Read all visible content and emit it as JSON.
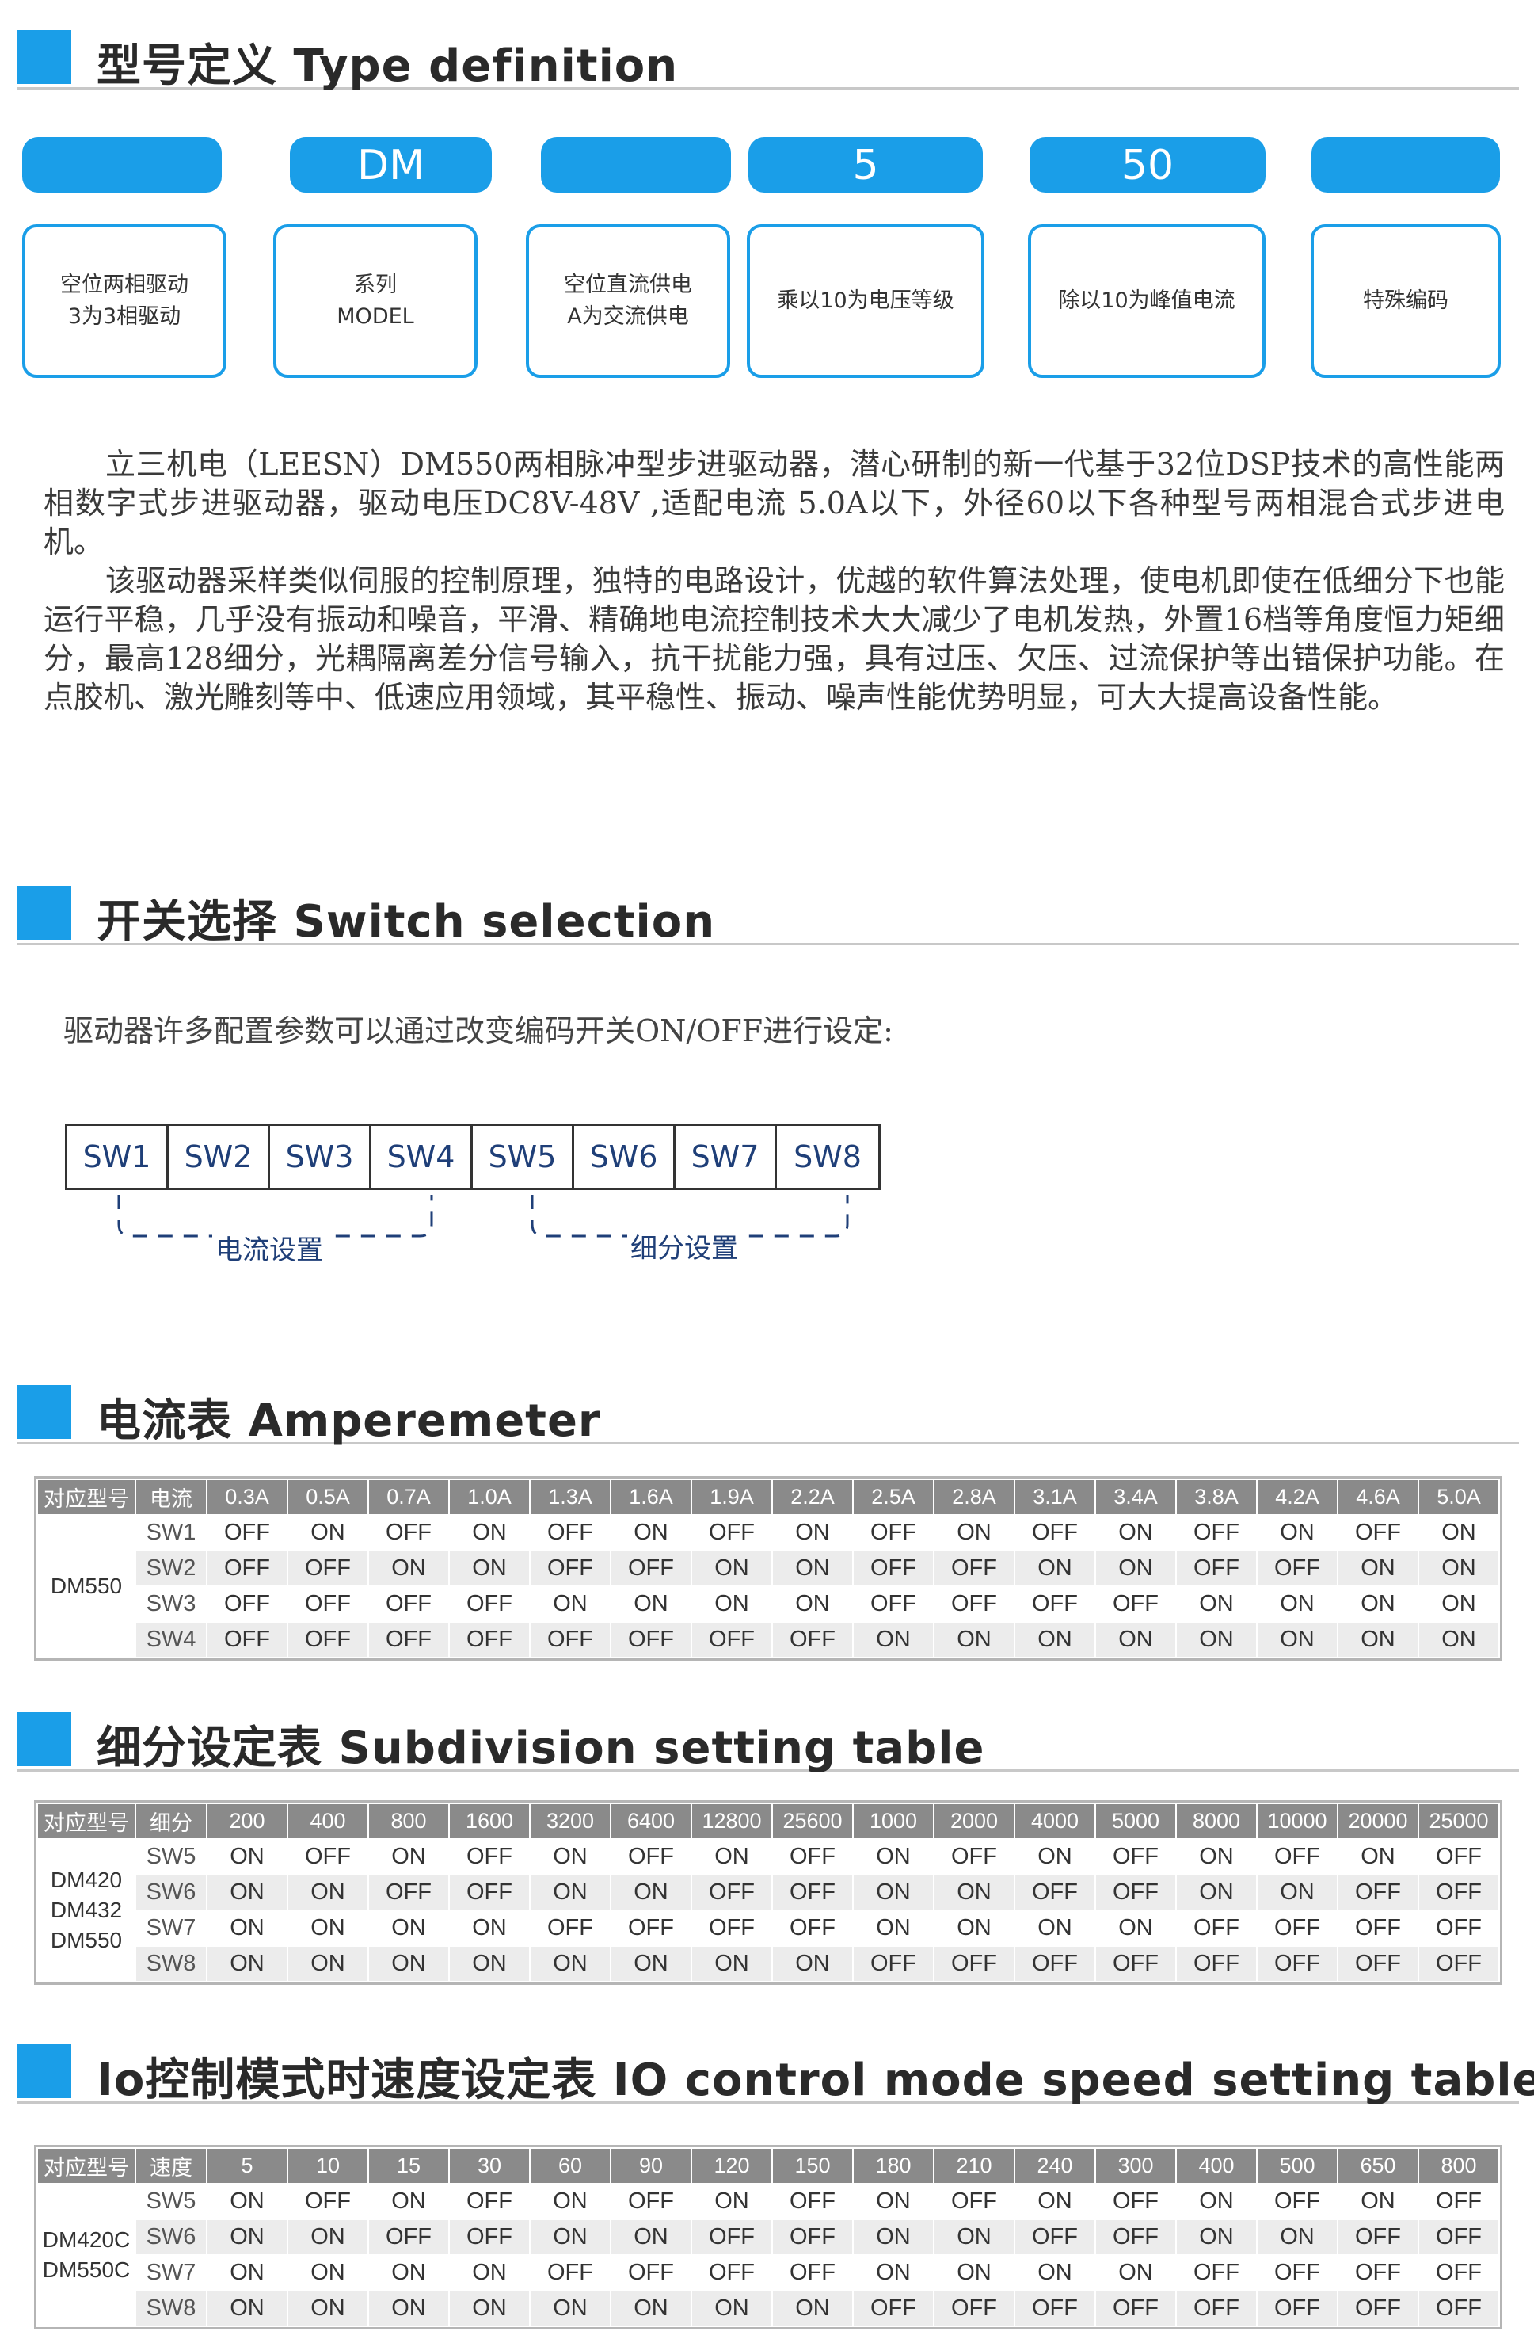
{
  "sections": {
    "type_def": "型号定义  Type definition",
    "switch_sel": "开关选择  Switch selection",
    "amperemeter": "电流表  Amperemeter",
    "subdivision": "细分设定表  Subdivision setting table",
    "io_speed": "Io控制模式时速度设定表 IO control mode speed setting table"
  },
  "type_definition": {
    "pills": [
      "",
      "DM",
      "",
      "5",
      "50",
      ""
    ],
    "boxes": [
      [
        "空位两相驱动",
        "3为3相驱动"
      ],
      [
        "系列",
        "MODEL"
      ],
      [
        "空位直流供电",
        "A为交流供电"
      ],
      [
        "乘以10为电压等级"
      ],
      [
        "除以10为峰值电流"
      ],
      [
        "特殊编码"
      ]
    ]
  },
  "description": {
    "p1": "立三机电（LEESN）DM550两相脉冲型步进驱动器，潜心研制的新一代基于32位DSP技术的高性能两相数字式步进驱动器，驱动电压DC8V-48V ,适配电流 5.0A以下，外径60以下各种型号两相混合式步进电机。",
    "p2": "该驱动器采样类似伺服的控制原理，独特的电路设计，优越的软件算法处理，使电机即使在低细分下也能运行平稳，几乎没有振动和噪音，平滑、精确地电流控制技术大大减少了电机发热，外置16档等角度恒力矩细分，最高128细分，光耦隔离差分信号输入，抗干扰能力强，具有过压、欠压、过流保护等出错保护功能。在点胶机、激光雕刻等中、低速应用领域，其平稳性、振动、噪声性能优势明显，可大大提高设备性能。"
  },
  "switch": {
    "intro": "驱动器许多配置参数可以通过改变编码开关ON/OFF进行设定:",
    "cells": [
      "SW1",
      "SW2",
      "SW3",
      "SW4",
      "SW5",
      "SW6",
      "SW7",
      "SW8"
    ],
    "group1_label": "电流设置",
    "group2_label": "细分设置"
  },
  "current_table": {
    "h_model": "对应型号",
    "h_param": "电流",
    "cols": [
      "0.3A",
      "0.5A",
      "0.7A",
      "1.0A",
      "1.3A",
      "1.6A",
      "1.9A",
      "2.2A",
      "2.5A",
      "2.8A",
      "3.1A",
      "3.4A",
      "3.8A",
      "4.2A",
      "4.6A",
      "5.0A"
    ],
    "model": [
      "DM550"
    ],
    "rows": [
      {
        "sw": "SW1",
        "v": [
          "OFF",
          "ON",
          "OFF",
          "ON",
          "OFF",
          "ON",
          "OFF",
          "ON",
          "OFF",
          "ON",
          "OFF",
          "ON",
          "OFF",
          "ON",
          "OFF",
          "ON"
        ]
      },
      {
        "sw": "SW2",
        "v": [
          "OFF",
          "OFF",
          "ON",
          "ON",
          "OFF",
          "OFF",
          "ON",
          "ON",
          "OFF",
          "OFF",
          "ON",
          "ON",
          "OFF",
          "OFF",
          "ON",
          "ON"
        ]
      },
      {
        "sw": "SW3",
        "v": [
          "OFF",
          "OFF",
          "OFF",
          "OFF",
          "ON",
          "ON",
          "ON",
          "ON",
          "OFF",
          "OFF",
          "OFF",
          "OFF",
          "ON",
          "ON",
          "ON",
          "ON"
        ]
      },
      {
        "sw": "SW4",
        "v": [
          "OFF",
          "OFF",
          "OFF",
          "OFF",
          "OFF",
          "OFF",
          "OFF",
          "OFF",
          "ON",
          "ON",
          "ON",
          "ON",
          "ON",
          "ON",
          "ON",
          "ON"
        ]
      }
    ]
  },
  "subdiv_table": {
    "h_model": "对应型号",
    "h_param": "细分",
    "cols": [
      "200",
      "400",
      "800",
      "1600",
      "3200",
      "6400",
      "12800",
      "25600",
      "1000",
      "2000",
      "4000",
      "5000",
      "8000",
      "10000",
      "20000",
      "25000"
    ],
    "model": [
      "DM420",
      "DM432",
      "DM550"
    ],
    "rows": [
      {
        "sw": "SW5",
        "v": [
          "ON",
          "OFF",
          "ON",
          "OFF",
          "ON",
          "OFF",
          "ON",
          "OFF",
          "ON",
          "OFF",
          "ON",
          "OFF",
          "ON",
          "OFF",
          "ON",
          "OFF"
        ]
      },
      {
        "sw": "SW6",
        "v": [
          "ON",
          "ON",
          "OFF",
          "OFF",
          "ON",
          "ON",
          "OFF",
          "OFF",
          "ON",
          "ON",
          "OFF",
          "OFF",
          "ON",
          "ON",
          "OFF",
          "OFF"
        ]
      },
      {
        "sw": "SW7",
        "v": [
          "ON",
          "ON",
          "ON",
          "ON",
          "OFF",
          "OFF",
          "OFF",
          "OFF",
          "ON",
          "ON",
          "ON",
          "ON",
          "OFF",
          "OFF",
          "OFF",
          "OFF"
        ]
      },
      {
        "sw": "SW8",
        "v": [
          "ON",
          "ON",
          "ON",
          "ON",
          "ON",
          "ON",
          "ON",
          "ON",
          "OFF",
          "OFF",
          "OFF",
          "OFF",
          "OFF",
          "OFF",
          "OFF",
          "OFF"
        ]
      }
    ]
  },
  "io_table": {
    "h_model": "对应型号",
    "h_param": "速度",
    "cols": [
      "5",
      "10",
      "15",
      "30",
      "60",
      "90",
      "120",
      "150",
      "180",
      "210",
      "240",
      "300",
      "400",
      "500",
      "650",
      "800"
    ],
    "model": [
      "DM420C",
      "DM550C"
    ],
    "rows": [
      {
        "sw": "SW5",
        "v": [
          "ON",
          "OFF",
          "ON",
          "OFF",
          "ON",
          "OFF",
          "ON",
          "OFF",
          "ON",
          "OFF",
          "ON",
          "OFF",
          "ON",
          "OFF",
          "ON",
          "OFF"
        ]
      },
      {
        "sw": "SW6",
        "v": [
          "ON",
          "ON",
          "OFF",
          "OFF",
          "ON",
          "ON",
          "OFF",
          "OFF",
          "ON",
          "ON",
          "OFF",
          "OFF",
          "ON",
          "ON",
          "OFF",
          "OFF"
        ]
      },
      {
        "sw": "SW7",
        "v": [
          "ON",
          "ON",
          "ON",
          "ON",
          "OFF",
          "OFF",
          "OFF",
          "OFF",
          "ON",
          "ON",
          "ON",
          "ON",
          "OFF",
          "OFF",
          "OFF",
          "OFF"
        ]
      },
      {
        "sw": "SW8",
        "v": [
          "ON",
          "ON",
          "ON",
          "ON",
          "ON",
          "ON",
          "ON",
          "ON",
          "OFF",
          "OFF",
          "OFF",
          "OFF",
          "OFF",
          "OFF",
          "OFF",
          "OFF"
        ]
      }
    ]
  }
}
